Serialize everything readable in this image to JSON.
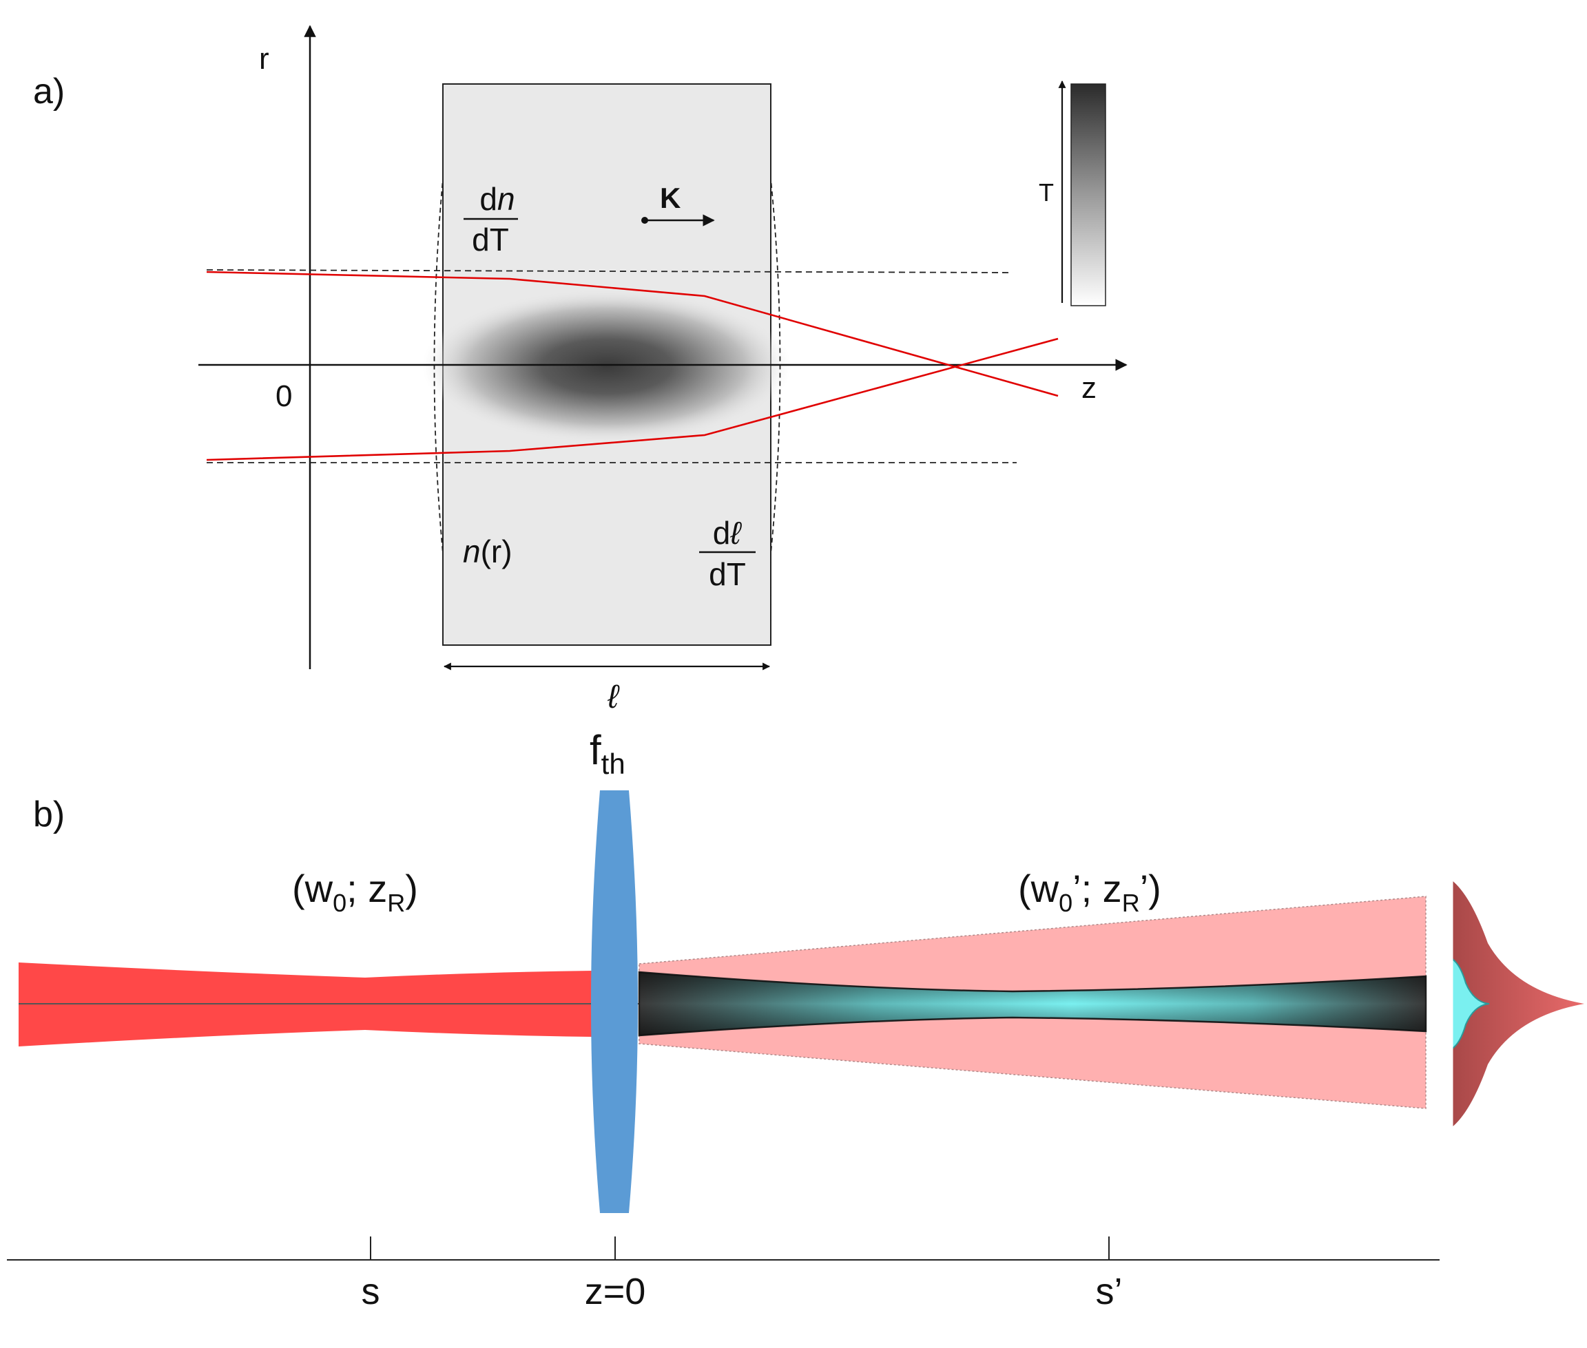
{
  "panel_a": {
    "label": "a)",
    "r_axis": "r",
    "z_axis": "z",
    "origin": "0",
    "dn_num": "d",
    "dn_num_var": "n",
    "dn_den": "dT",
    "k_label": "K",
    "n_var": "n",
    "n_arg": "(r)",
    "dl_num": "d",
    "dl_num_var": "ℓ",
    "dl_den": "dT",
    "length_label": "ℓ",
    "temp_label": "T"
  },
  "panel_b": {
    "label": "b)",
    "lens_label": "f",
    "lens_sub": "th",
    "beam_in": {
      "open": "(w",
      "sub0": "0",
      "mid": "; z",
      "subR": "R",
      "close": ")"
    },
    "beam_out": {
      "open": "(w",
      "sub0": "0",
      "prime1": "’; z",
      "subR": "R",
      "close": "’)"
    },
    "ticks": [
      "s",
      "z=0",
      "s’"
    ]
  },
  "colors": {
    "beam_red": "#ff4848",
    "beam_pink": "#ffb0b0",
    "lens_blue": "#5b9bd5",
    "ray_red": "#e00000",
    "focus_cyan": "#6ee8e8",
    "crystal_gray": "#e9e9e9"
  }
}
